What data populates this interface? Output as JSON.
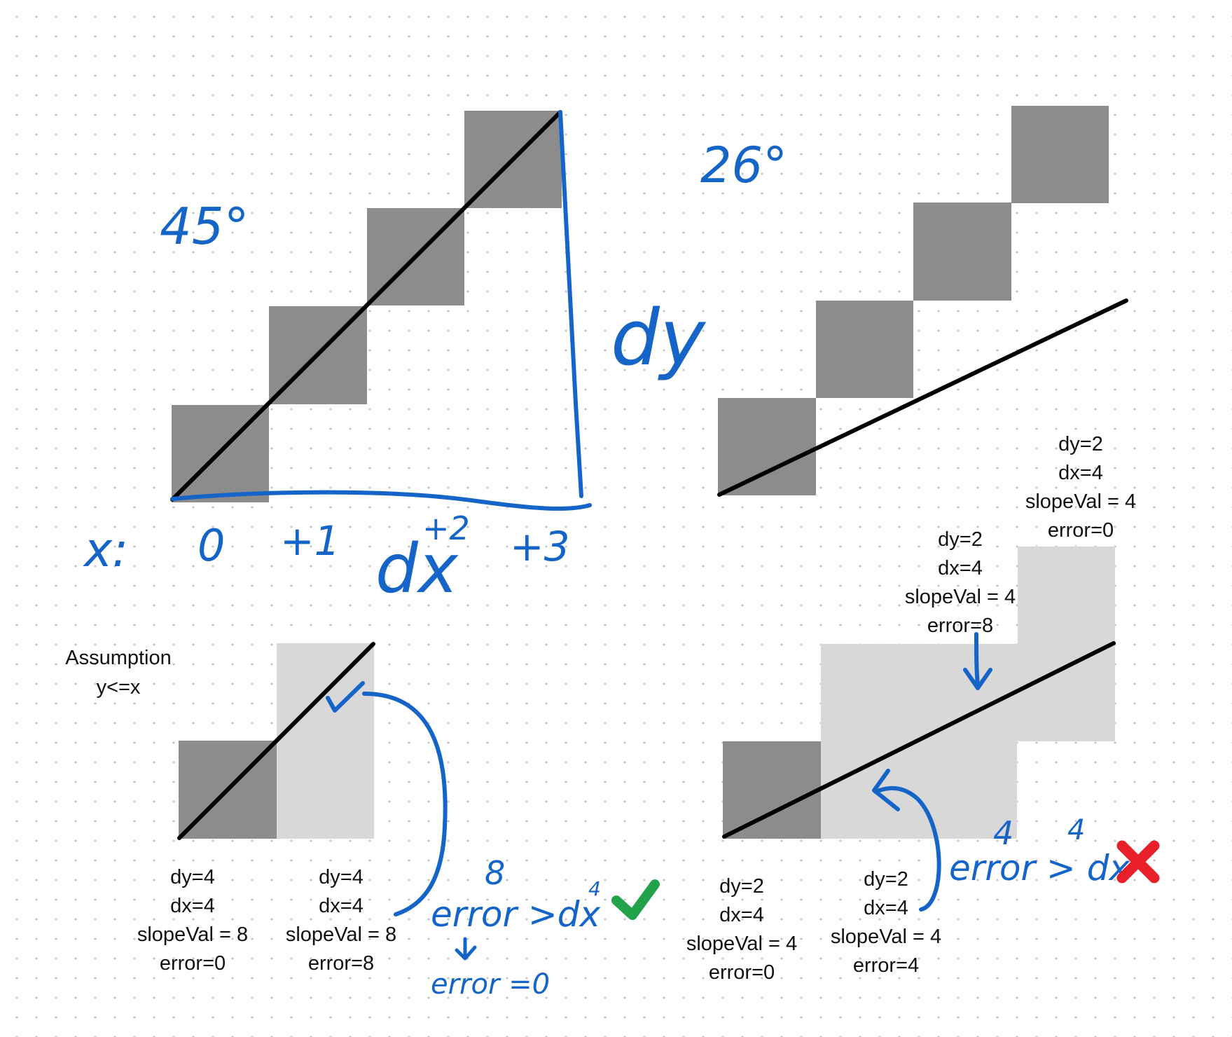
{
  "colors": {
    "pixel_dark": "#8c8c8c",
    "pixel_light": "#d8d8d8",
    "line": "#000000",
    "annotation": "#1565c8",
    "check": "#22a34a",
    "cross": "#e8202a"
  },
  "top_left": {
    "angle_note": "45°",
    "dy_note": "dy",
    "dx_note": "dx",
    "x_steps": {
      "prefix": "x:",
      "s0": "0",
      "s1": "+1",
      "s2": "+2",
      "s3": "+3"
    }
  },
  "top_right": {
    "angle_note": "26°",
    "lines": [
      "dy=2",
      "dx=4",
      "slopeVal = 4",
      "error=0"
    ]
  },
  "bottom_left": {
    "assumption": [
      "Assumption",
      "y<=x"
    ],
    "step1": [
      "dy=4",
      "dx=4",
      "slopeVal = 8",
      "error=0"
    ],
    "step2": [
      "dy=4",
      "dx=4",
      "slopeVal = 8",
      "error=8"
    ],
    "note_value": "8",
    "note_dx_value": "4",
    "note_condition": "error >dx",
    "note_reset": "error =0",
    "check_icon": "check-mark-icon"
  },
  "bottom_right": {
    "step1": [
      "dy=2",
      "dx=4",
      "slopeVal = 4",
      "error=0"
    ],
    "step2": [
      "dy=2",
      "dx=4",
      "slopeVal = 4",
      "error=4"
    ],
    "step3": [
      "dy=2",
      "dx=4",
      "slopeVal = 4",
      "error=8"
    ],
    "note_value": "4",
    "note_dx_value": "4",
    "note_condition": "error > dx",
    "cross_icon": "cross-mark-icon"
  }
}
